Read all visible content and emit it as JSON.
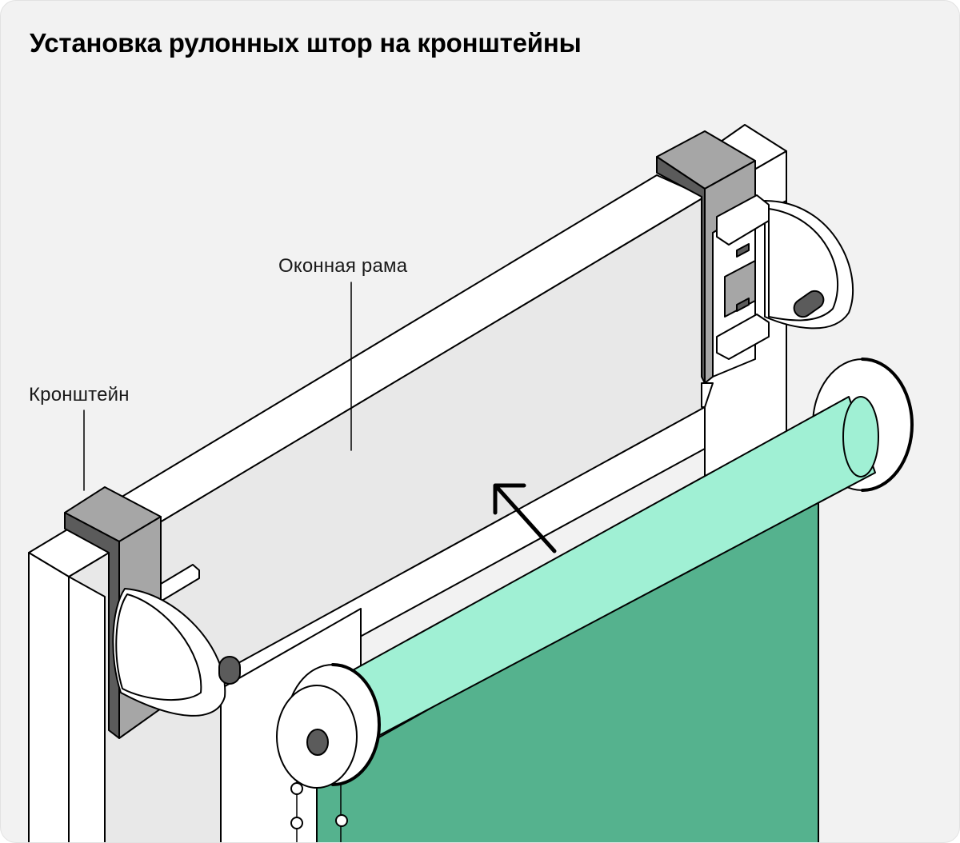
{
  "title": "Установка рулонных штор на кронштейны",
  "labels": {
    "window_frame": "Оконная рама",
    "bracket": "Кронштейн"
  },
  "colors": {
    "background": "#f2f2f2",
    "outline": "#000000",
    "frame_face": "#e8e8e8",
    "frame_white": "#ffffff",
    "bracket_top": "#a6a6a6",
    "bracket_side": "#5b5b5b",
    "roller_light": "#a0f0d4",
    "curtain_green": "#55b28e"
  }
}
